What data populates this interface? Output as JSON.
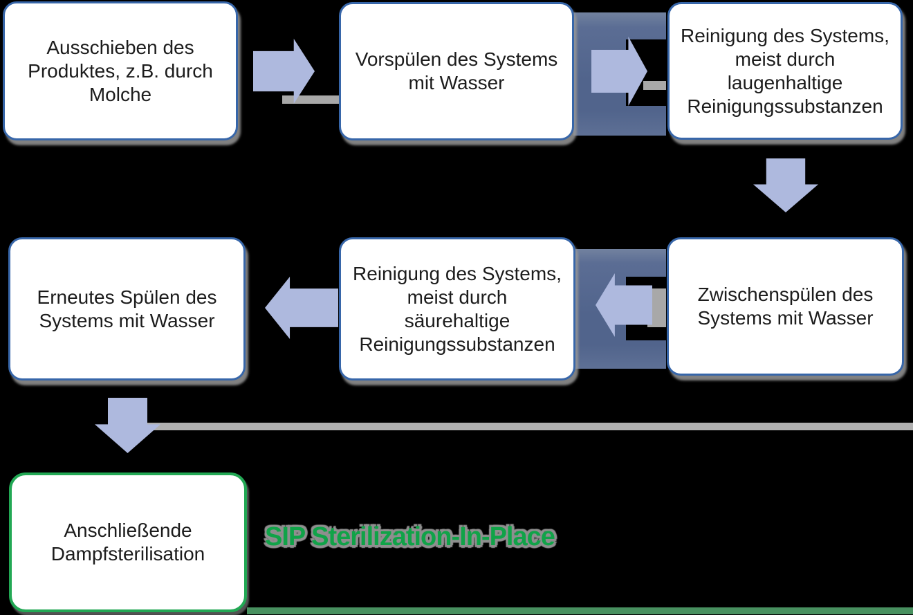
{
  "diagram": {
    "title": "CIP/SIP cleaning process flowchart",
    "background": "#000000",
    "steps": [
      {
        "label": "Ausschieben des Produktes, z.B. durch Molche"
      },
      {
        "label": "Vorspülen des Systems mit Wasser"
      },
      {
        "label": "Reinigung des Systems, meist durch laugenhaltige Reinigungssubstanzen"
      },
      {
        "label": "Zwischenspülen des Systems mit Wasser"
      },
      {
        "label": "Reinigung des Systems, meist durch säurehaltige Reinigungssubstanzen"
      },
      {
        "label": "Erneutes Spülen des Systems mit Wasser"
      },
      {
        "label": "Anschließende Dampfsterilisation"
      }
    ],
    "caption": "SIP Sterilization-In-Place",
    "icons": {
      "arrow-right-icon": "block arrow pointing right",
      "arrow-left-icon": "block arrow pointing left",
      "arrow-down-icon": "block arrow pointing down"
    },
    "colors": {
      "box_border": "#3766a9",
      "box_fill": "#ffffff",
      "box_text": "#1c1c1c",
      "final_box_border": "#22a854",
      "caption_text": "#10a348",
      "arrow_fill": "#aeb9de",
      "arrow_shadow": "#a7a5a2",
      "connector_band": "#51648c",
      "box_drop_shadow": "#989898"
    }
  }
}
